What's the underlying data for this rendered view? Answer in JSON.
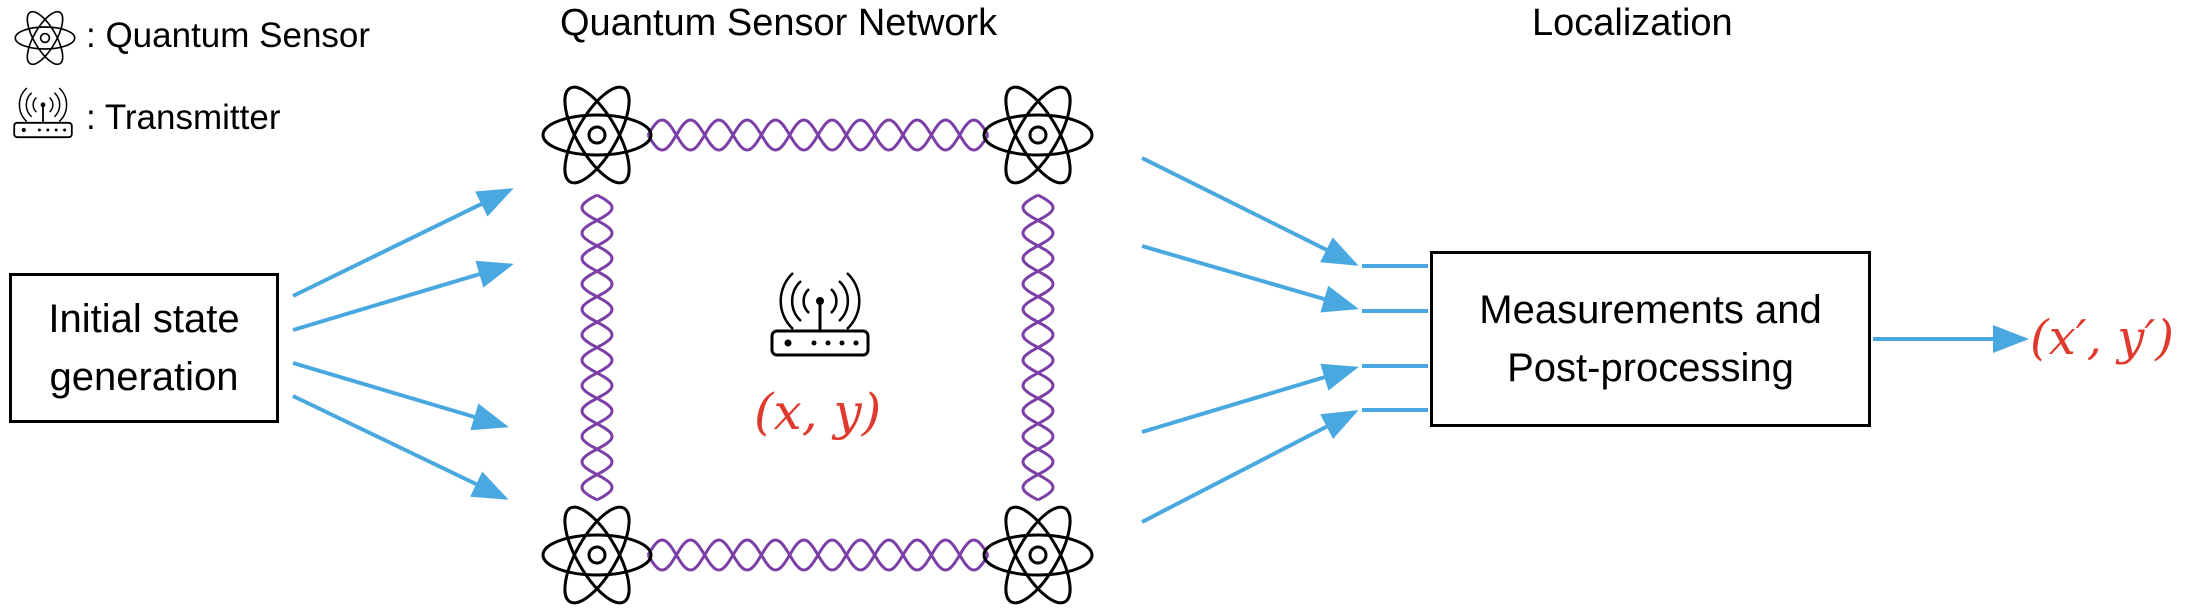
{
  "legend": {
    "sensor_label": ": Quantum Sensor",
    "transmitter_label": ": Transmitter",
    "sensor_icon": "atom-icon",
    "transmitter_icon": "router-icon"
  },
  "titles": {
    "network": "Quantum Sensor Network",
    "localization": "Localization"
  },
  "boxes": {
    "initial_line1": "Initial state",
    "initial_line2": "generation",
    "measure_line1": "Measurements and",
    "measure_line2": "Post-processing"
  },
  "coords": {
    "true_position": "(x, y)",
    "estimated_position": "(x′, y′)"
  },
  "colors": {
    "arrow": "#4aa8e0",
    "entanglement": "#7b3fa6",
    "coordinates": "#e03a2f"
  }
}
